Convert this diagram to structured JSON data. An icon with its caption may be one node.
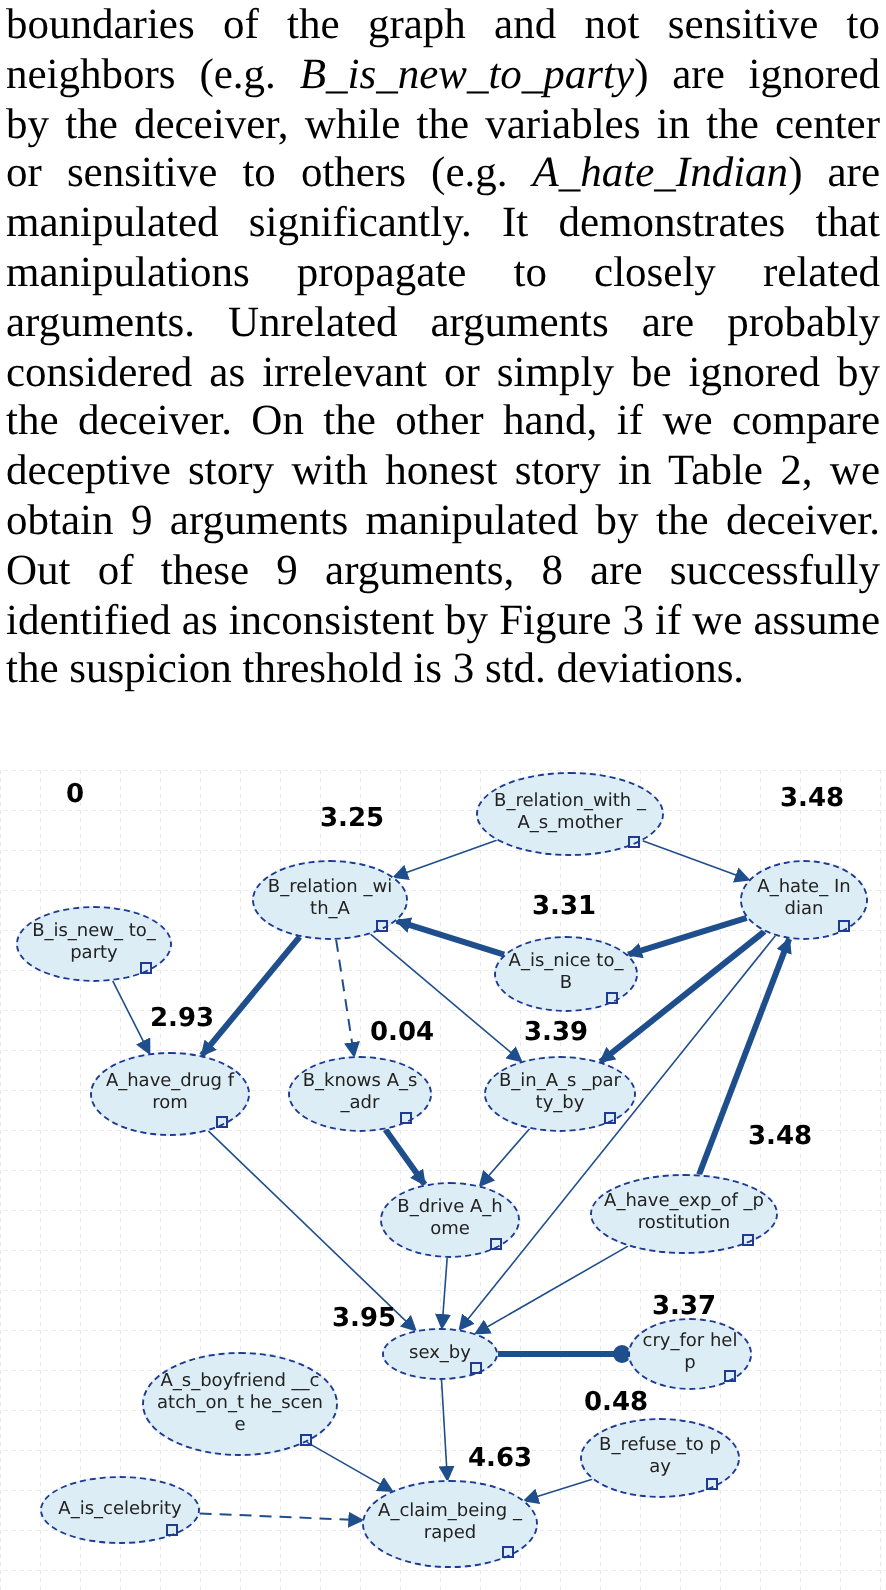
{
  "diagram": {
    "nodes": [
      {
        "text": [
          "B_relation_with _A_s_mother"
        ]
      },
      {
        "text": [
          "B_relation _with_A"
        ],
        "beside": [
          "3.25"
        ]
      },
      {
        "text": [
          "A_hate_ Indian"
        ],
        "beside": [
          "3.48"
        ]
      },
      {
        "text": [
          "B_is_new_ to_party"
        ],
        "beside": [
          "0"
        ]
      },
      {
        "text": [
          "A_is_nice to_B"
        ],
        "beside": [
          "3.31"
        ]
      },
      {
        "text": [
          "A_have_drug from"
        ],
        "beside": [
          "2.93"
        ]
      },
      {
        "text": [
          "B_knows A_s_adr"
        ],
        "beside": [
          "0.04"
        ]
      },
      {
        "text": [
          "B_in_A_s _party_by"
        ],
        "beside": [
          "3.39"
        ]
      },
      {
        "text": [
          "A_have_exp_of _prostitution"
        ],
        "beside": [
          "3.48"
        ]
      },
      {
        "text": [
          "B_drive A_home"
        ]
      },
      {
        "text": [
          "sex_by"
        ],
        "beside": [
          "3.95"
        ]
      },
      {
        "text": [
          "cry_for help"
        ],
        "beside": [
          "3.37"
        ]
      },
      {
        "text": [
          "A_s_boyfriend __catch_on_t he_scene"
        ]
      },
      {
        "text": [
          "B_refuse_to pay"
        ],
        "beside": [
          "0.48"
        ]
      },
      {
        "text": [
          "A_is_celebrity"
        ]
      },
      {
        "text": [
          "A_claim_being _raped"
        ],
        "beside": [
          "4.63"
        ]
      }
    ],
    "edges": [
      {
        "from": 0,
        "to": 1,
        "arrow": "to"
      },
      {
        "from": 0,
        "to": 2,
        "arrow": "to"
      },
      {
        "from": 2,
        "to": 4,
        "arrow": "to",
        "style": "thick"
      },
      {
        "from": 4,
        "to": 1,
        "arrow": "to",
        "style": "thick"
      },
      {
        "from": 2,
        "to": 7,
        "arrow": "to",
        "style": "thick"
      },
      {
        "from": 1,
        "to": 5,
        "arrow": "to",
        "style": "thick"
      },
      {
        "from": 1,
        "to": 6,
        "arrow": "to",
        "style": "dashed"
      },
      {
        "from": 1,
        "to": 7,
        "arrow": "to"
      },
      {
        "from": 3,
        "to": 5,
        "arrow": "to"
      },
      {
        "from": 6,
        "to": 9,
        "arrow": "to",
        "style": "thick"
      },
      {
        "from": 7,
        "to": 9,
        "arrow": "to"
      },
      {
        "from": 8,
        "to": 2,
        "arrow": "to",
        "style": "thick"
      },
      {
        "from": 2,
        "to": 10,
        "arrow": "to"
      },
      {
        "from": 5,
        "to": 10,
        "arrow": "to"
      },
      {
        "from": 9,
        "to": 10,
        "arrow": "to"
      },
      {
        "from": 8,
        "to": 10,
        "arrow": "to"
      },
      {
        "from": 10,
        "to": 11,
        "arrow": "other",
        "style": "thick"
      },
      {
        "from": 10,
        "to": 15,
        "arrow": "to"
      },
      {
        "from": 12,
        "to": 15,
        "arrow": "to"
      },
      {
        "from": 14,
        "to": 15,
        "arrow": "to",
        "style": "dashed"
      },
      {
        "from": 13,
        "to": 15,
        "arrow": "to"
      }
    ],
    "labels": [
      "boundaries of the graph and not sensitive to neighbors (e.g. *B_is_new_to_party*) are ignored by the deceiver, while the variables in the center or sensitive to others (e.g. *A_hate_Indian*) are manipulated significantly. It demonstrates that manipulations propagate to closely related arguments. Unrelated arguments are probably considered as irrelevant or simply be ignored by the deceiver. On the other hand, if we compare deceptive story with honest story in Table 2, we obtain 9 arguments manipulated by the deceiver. Out of these 9 arguments, 8 are successfully identified as inconsistent by Figure 3 if we assume the suspicion threshold is 3 std. deviations."
    ]
  }
}
